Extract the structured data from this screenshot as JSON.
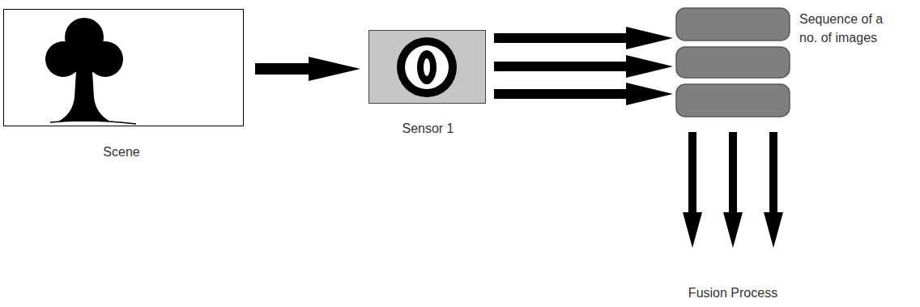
{
  "diagram": {
    "nodes": [
      {
        "text": [
          "Scene"
        ]
      },
      {
        "text": [
          "Sensor 1"
        ]
      },
      {
        "text": [
          "Sequence of a no. of images"
        ]
      }
    ],
    "edges": [
      {
        "from": 0,
        "to": 1,
        "arrow": "to"
      },
      {
        "from": 1,
        "to": 2,
        "arrow": "to"
      },
      {
        "from": 1,
        "to": 2,
        "arrow": "to"
      },
      {
        "from": 1,
        "to": 2,
        "arrow": "to"
      }
    ],
    "labels": [
      "Fusion Process"
    ]
  }
}
